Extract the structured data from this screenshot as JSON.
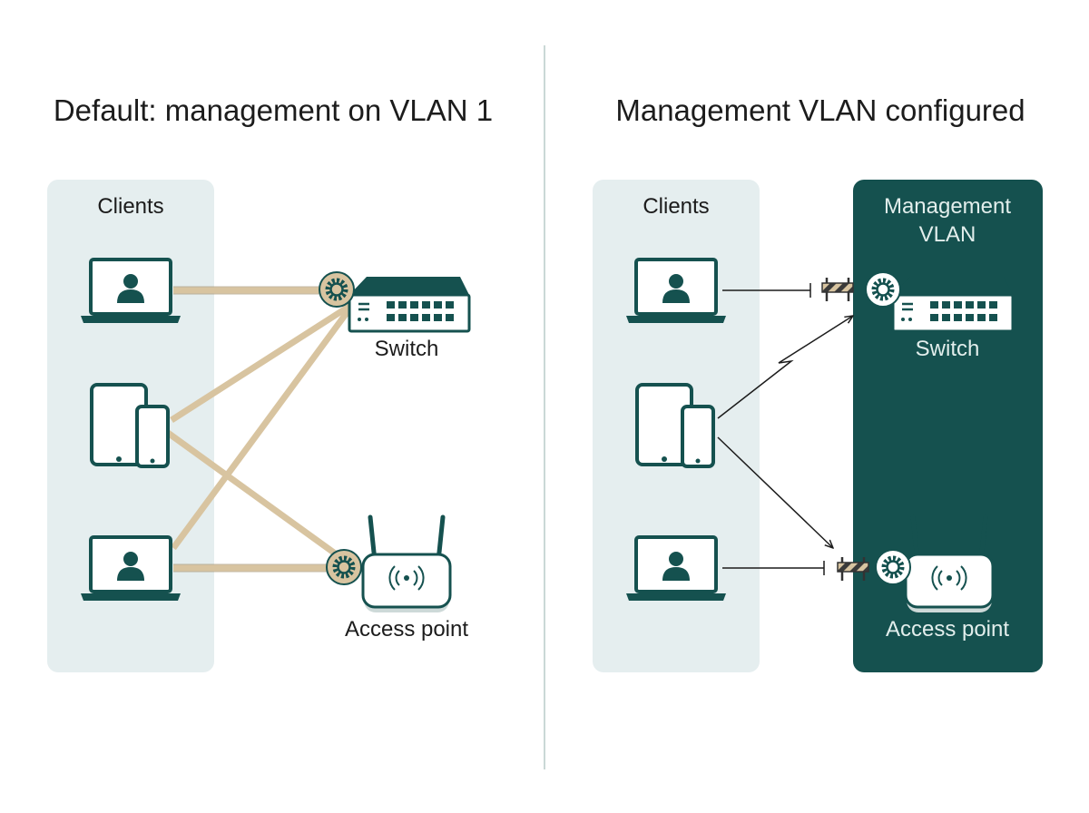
{
  "left_panel": {
    "title": "Default: management on VLAN 1",
    "clients_label": "Clients",
    "switch_label": "Switch",
    "ap_label": "Access point"
  },
  "right_panel": {
    "title": "Management VLAN configured",
    "clients_label": "Clients",
    "mgmt_vlan_label_line1": "Management",
    "mgmt_vlan_label_line2": "VLAN",
    "switch_label": "Switch",
    "ap_label": "Access point"
  },
  "icons": {
    "laptop": "laptop-icon",
    "tablet_phone": "tablet-phone-icon",
    "switch": "network-switch-icon",
    "access_point": "access-point-icon",
    "gear": "gear-icon",
    "barrier": "barrier-icon"
  },
  "colors": {
    "teal": "#15514f",
    "clients_bg": "#e5eeef",
    "link_tan": "#d8c4a0",
    "gear_bg": "#d8c4a0",
    "divider": "#b8ccc9"
  }
}
